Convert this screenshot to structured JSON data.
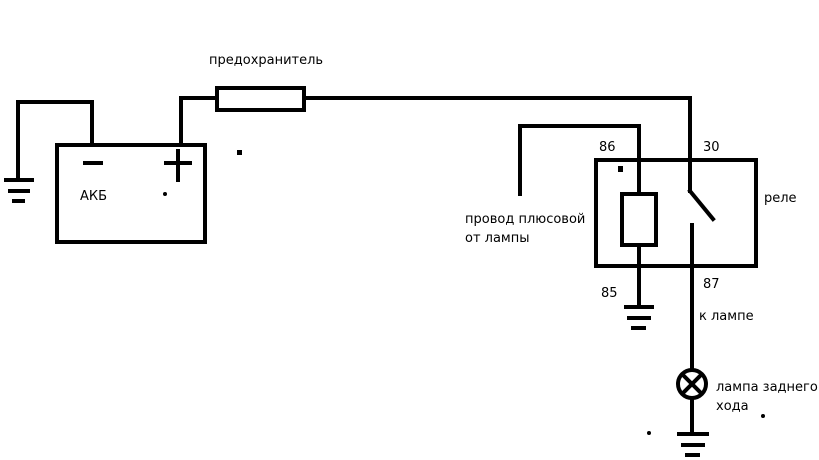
{
  "labels": {
    "fuse": "предохранитель",
    "battery": "АКБ",
    "battery_minus": "−",
    "battery_plus": "+",
    "plus_wire_line1": "провод плюсовой",
    "plus_wire_line2": "от лампы",
    "pin_86": "86",
    "pin_30": "30",
    "pin_85": "85",
    "pin_87": "87",
    "relay": "реле",
    "to_lamp": "к лампе",
    "lamp_line1": "лампа заднего",
    "lamp_line2": "хода"
  }
}
